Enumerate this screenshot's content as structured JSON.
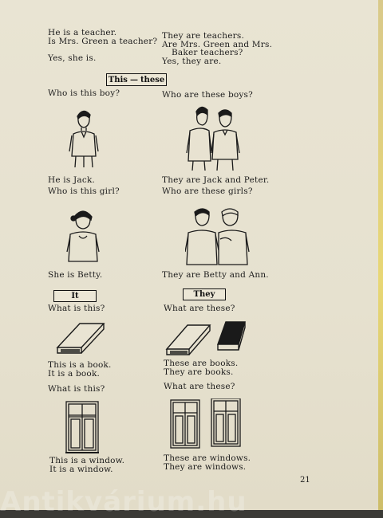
{
  "left_top": [
    "He is a teacher.",
    "Is Mrs. Green a teacher?",
    "Yes, she is."
  ],
  "right_top": [
    "They are teachers.",
    "Are Mrs. Green and Mrs.",
    "Baker teachers?",
    "Yes, they are."
  ],
  "box_this_these": {
    "left": "This",
    "sep": "—",
    "right": "these"
  },
  "q_boy": "Who is this boy?",
  "q_boys": "Who are these boys?",
  "a_jack": "He is Jack.",
  "a_jack_peter": "They are Jack and Peter.",
  "q_girl": "Who is this girl?",
  "q_girls": "Who are these girls?",
  "a_betty": "She is Betty.",
  "a_betty_ann": "They are Betty and Ann.",
  "box_it": "It",
  "box_they": "They",
  "q_this_1": "What is this?",
  "q_these_1": "What are these?",
  "book_left": [
    "This is a book.",
    "It is a book."
  ],
  "book_right": [
    "These are books.",
    "They are books."
  ],
  "q_this_2": "What is this?",
  "q_these_2": "What are these?",
  "window_left": [
    "This is a window.",
    "It is a window."
  ],
  "window_right": [
    "These are windows.",
    "They are windows."
  ],
  "page_number": "21",
  "watermark": "Antikvárium.hu"
}
